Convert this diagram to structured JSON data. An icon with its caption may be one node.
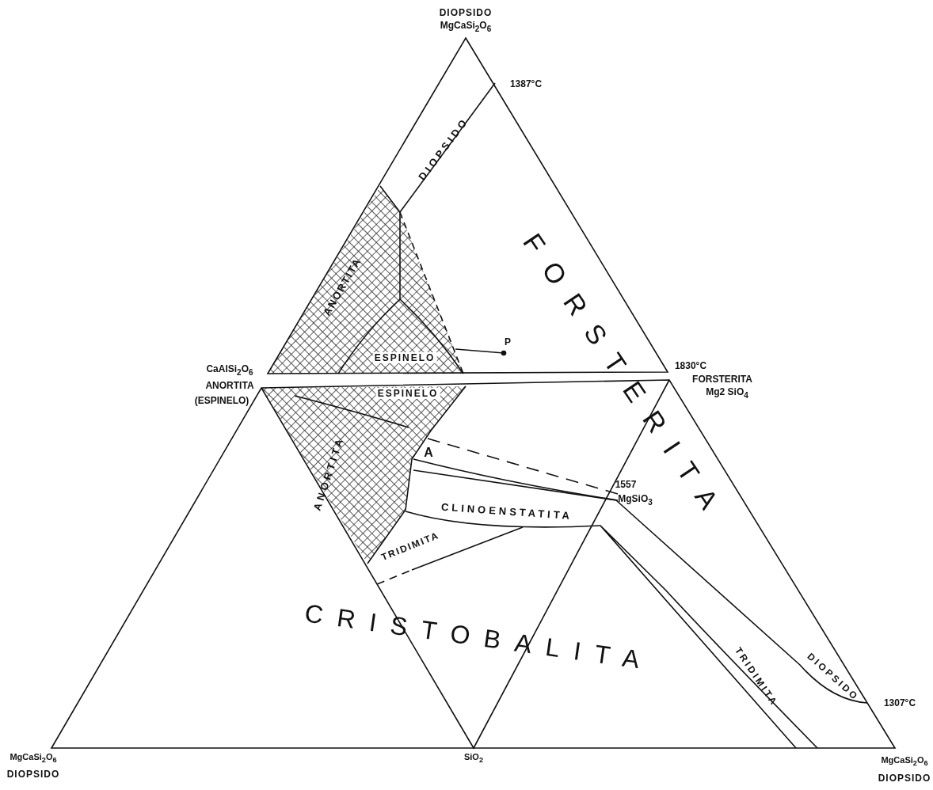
{
  "diagram": {
    "labels": [
      "P",
      "DIOPSIDO",
      "MgCaSi$_{2}$O$_{6}$",
      "1387°C",
      "DIOPSIDO",
      "FORSTERITA",
      "ANORTITA",
      "ESPINELO",
      "1830°C",
      "CaAlSi$_{2}$O$_{6}$",
      "ANORTITA",
      "(ESPINELO)",
      "FORSTERITA",
      "Mg2 SiO$_{4}$",
      "ESPINELO",
      "ANORTITA",
      "A",
      "1557",
      "MgSiO$_{3}$",
      "CLINOENSTATITA",
      "TRIDIMITA",
      "CRISTOBALITA",
      "TRIDIMITA",
      "DIOPSIDO",
      "1307°C",
      "MgCaSi$_{2}$O$_{6}$",
      "DIOPSIDO",
      "SiO$_{2}$",
      "MgCaSi$_{2}$O$_{6}$",
      "DIOPSIDO"
    ]
  }
}
